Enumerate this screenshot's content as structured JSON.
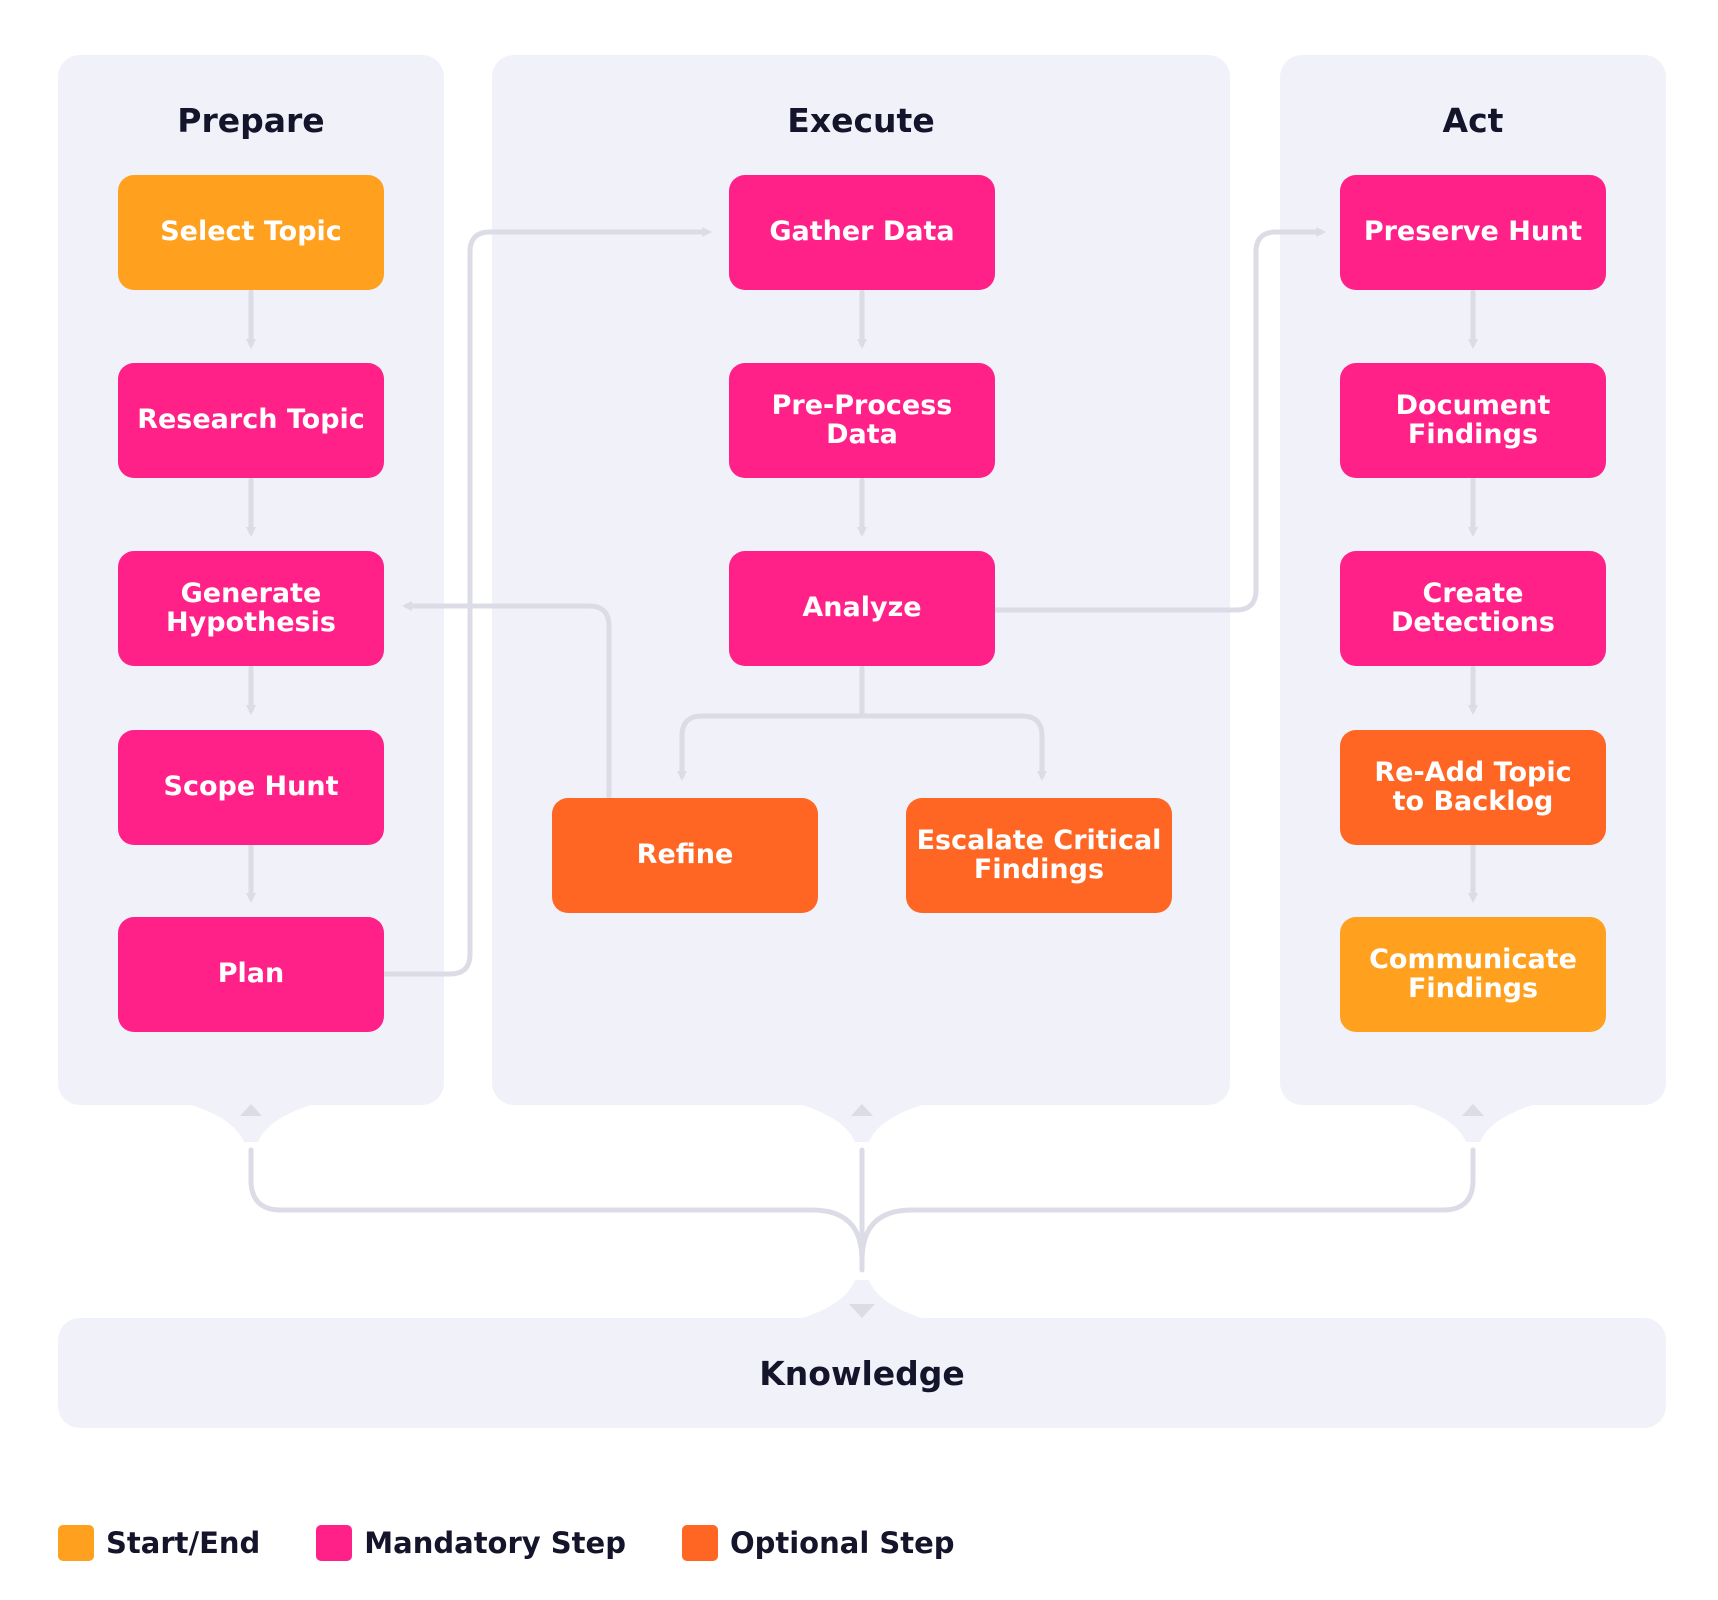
{
  "colors": {
    "start_end": "#ffa11f",
    "mandatory": "#ff2188",
    "optional": "#ff6624",
    "panel": "#f1f1fa",
    "connector": "#dcdce6"
  },
  "panels": {
    "prepare": {
      "title": "Prepare",
      "steps": {
        "select_topic": "Select Topic",
        "research_topic": "Research Topic",
        "generate_hypothesis": "Generate\nHypothesis",
        "scope_hunt": "Scope Hunt",
        "plan": "Plan"
      }
    },
    "execute": {
      "title": "Execute",
      "steps": {
        "gather_data": "Gather Data",
        "pre_process_data": "Pre-Process\nData",
        "analyze": "Analyze",
        "refine": "Refine",
        "escalate": "Escalate Critical\nFindings"
      }
    },
    "act": {
      "title": "Act",
      "steps": {
        "preserve_hunt": "Preserve Hunt",
        "document_findings": "Document\nFindings",
        "create_detections": "Create\nDetections",
        "re_add_topic": "Re-Add Topic\nto Backlog",
        "communicate_findings": "Communicate\nFindings"
      }
    }
  },
  "knowledge": {
    "label": "Knowledge"
  },
  "legend": {
    "start_end": "Start/End",
    "mandatory": "Mandatory Step",
    "optional": "Optional Step"
  }
}
